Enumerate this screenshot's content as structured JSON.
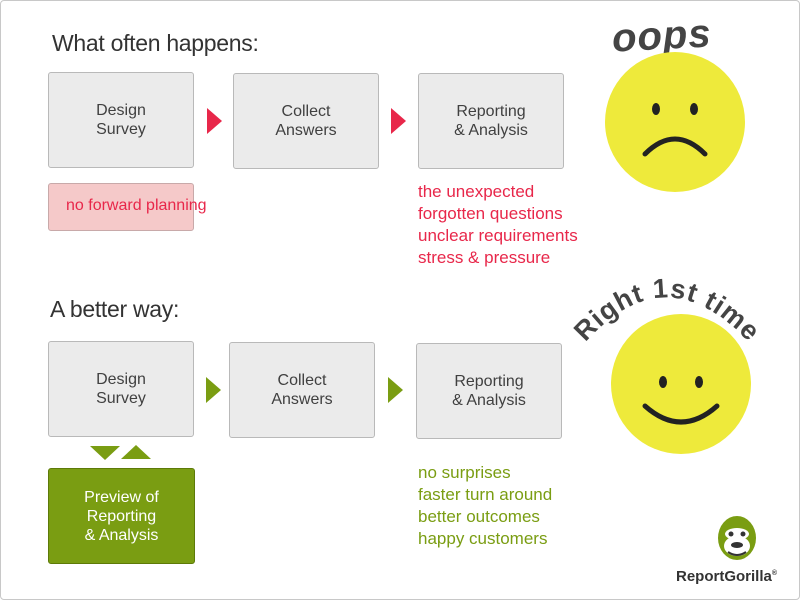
{
  "top": {
    "heading": "What often happens:",
    "steps": [
      "Design\nSurvey",
      "Collect\nAnswers",
      "Reporting\n& Analysis"
    ],
    "note": "no forward planning",
    "problems": [
      "the unexpected",
      "forgotten questions",
      "unclear requirements",
      "stress & pressure"
    ],
    "face_label": "oops",
    "face_mood": "sad"
  },
  "bottom": {
    "heading": "A better way:",
    "steps": [
      "Design\nSurvey",
      "Collect\nAnswers",
      "Reporting\n& Analysis"
    ],
    "preview": "Preview of\nReporting\n& Analysis",
    "benefits": [
      "no surprises",
      "faster turn around",
      "better outcomes",
      "happy customers"
    ],
    "face_label": "Right 1st time",
    "face_mood": "happy"
  },
  "brand": {
    "name": "ReportGorilla",
    "mark": "®",
    "icon": "gorilla-logo-icon"
  },
  "colors": {
    "red": "#e8274a",
    "green": "#7a9d12",
    "face": "#eeea3b",
    "box": "#ebebeb",
    "note_bg": "#f5c9c9"
  }
}
